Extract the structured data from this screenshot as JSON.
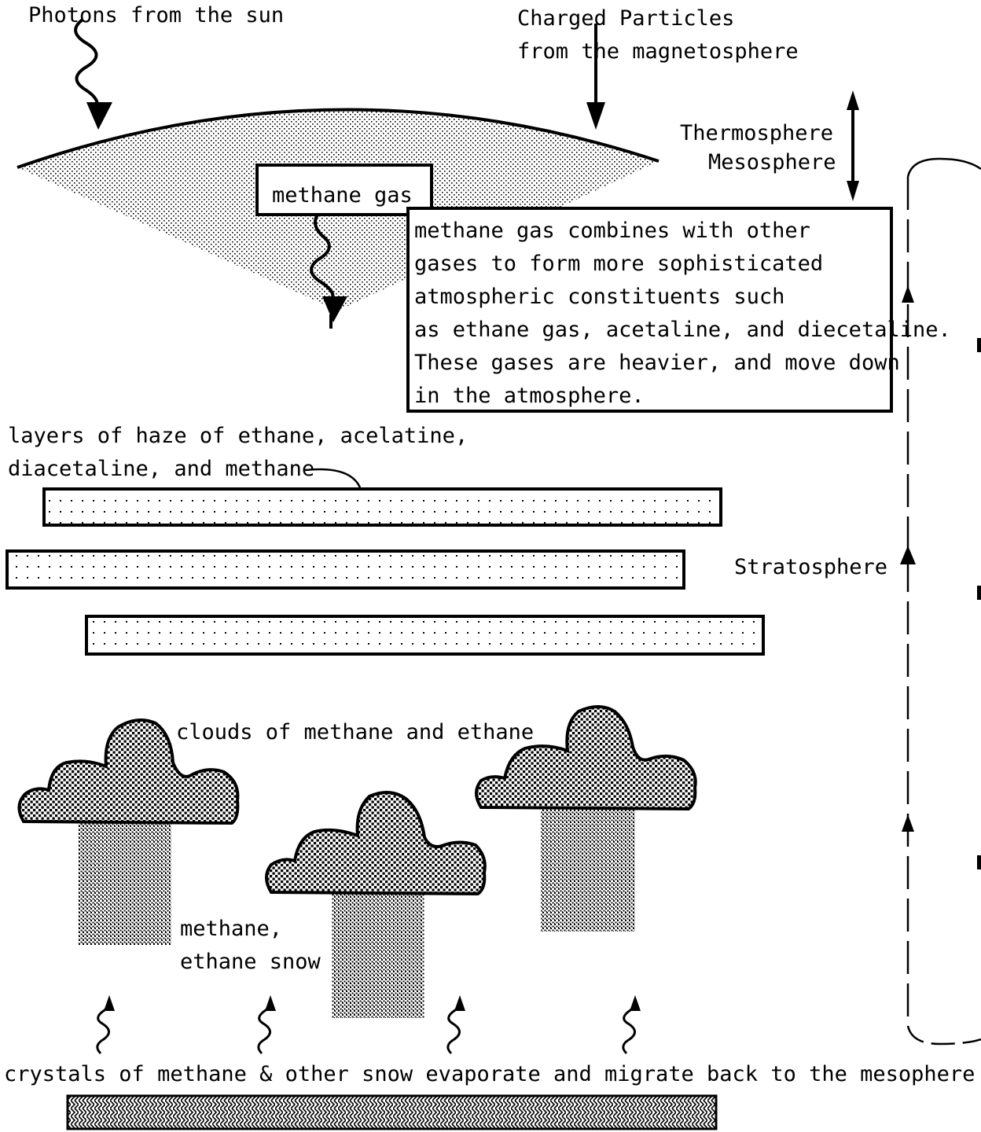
{
  "labels": {
    "photons": "Photons from the sun",
    "charged_1": "Charged Particles",
    "charged_2": "from the magnetosphere",
    "thermosphere": "Thermosphere",
    "mesosphere": "Mesosphere",
    "methane_gas": "methane gas",
    "box_lines": [
      "methane gas combines with other",
      "gases to form more sophisticated",
      "atmospheric constituents such",
      "as ethane gas, acetaline, and diecetaline.",
      "These gases are heavier, and move down",
      "in the atmosphere."
    ],
    "haze_1": "layers of haze of ethane, acelatine,",
    "haze_2": "diacetaline, and methane",
    "stratosphere": "Stratosphere",
    "clouds": "clouds of methane and ethane",
    "snow_1": "methane,",
    "snow_2": "ethane snow",
    "crystals": "crystals of methane & other snow evaporate and migrate back to the mesophere"
  },
  "colors": {
    "ink": "#000000",
    "paper": "#ffffff"
  }
}
